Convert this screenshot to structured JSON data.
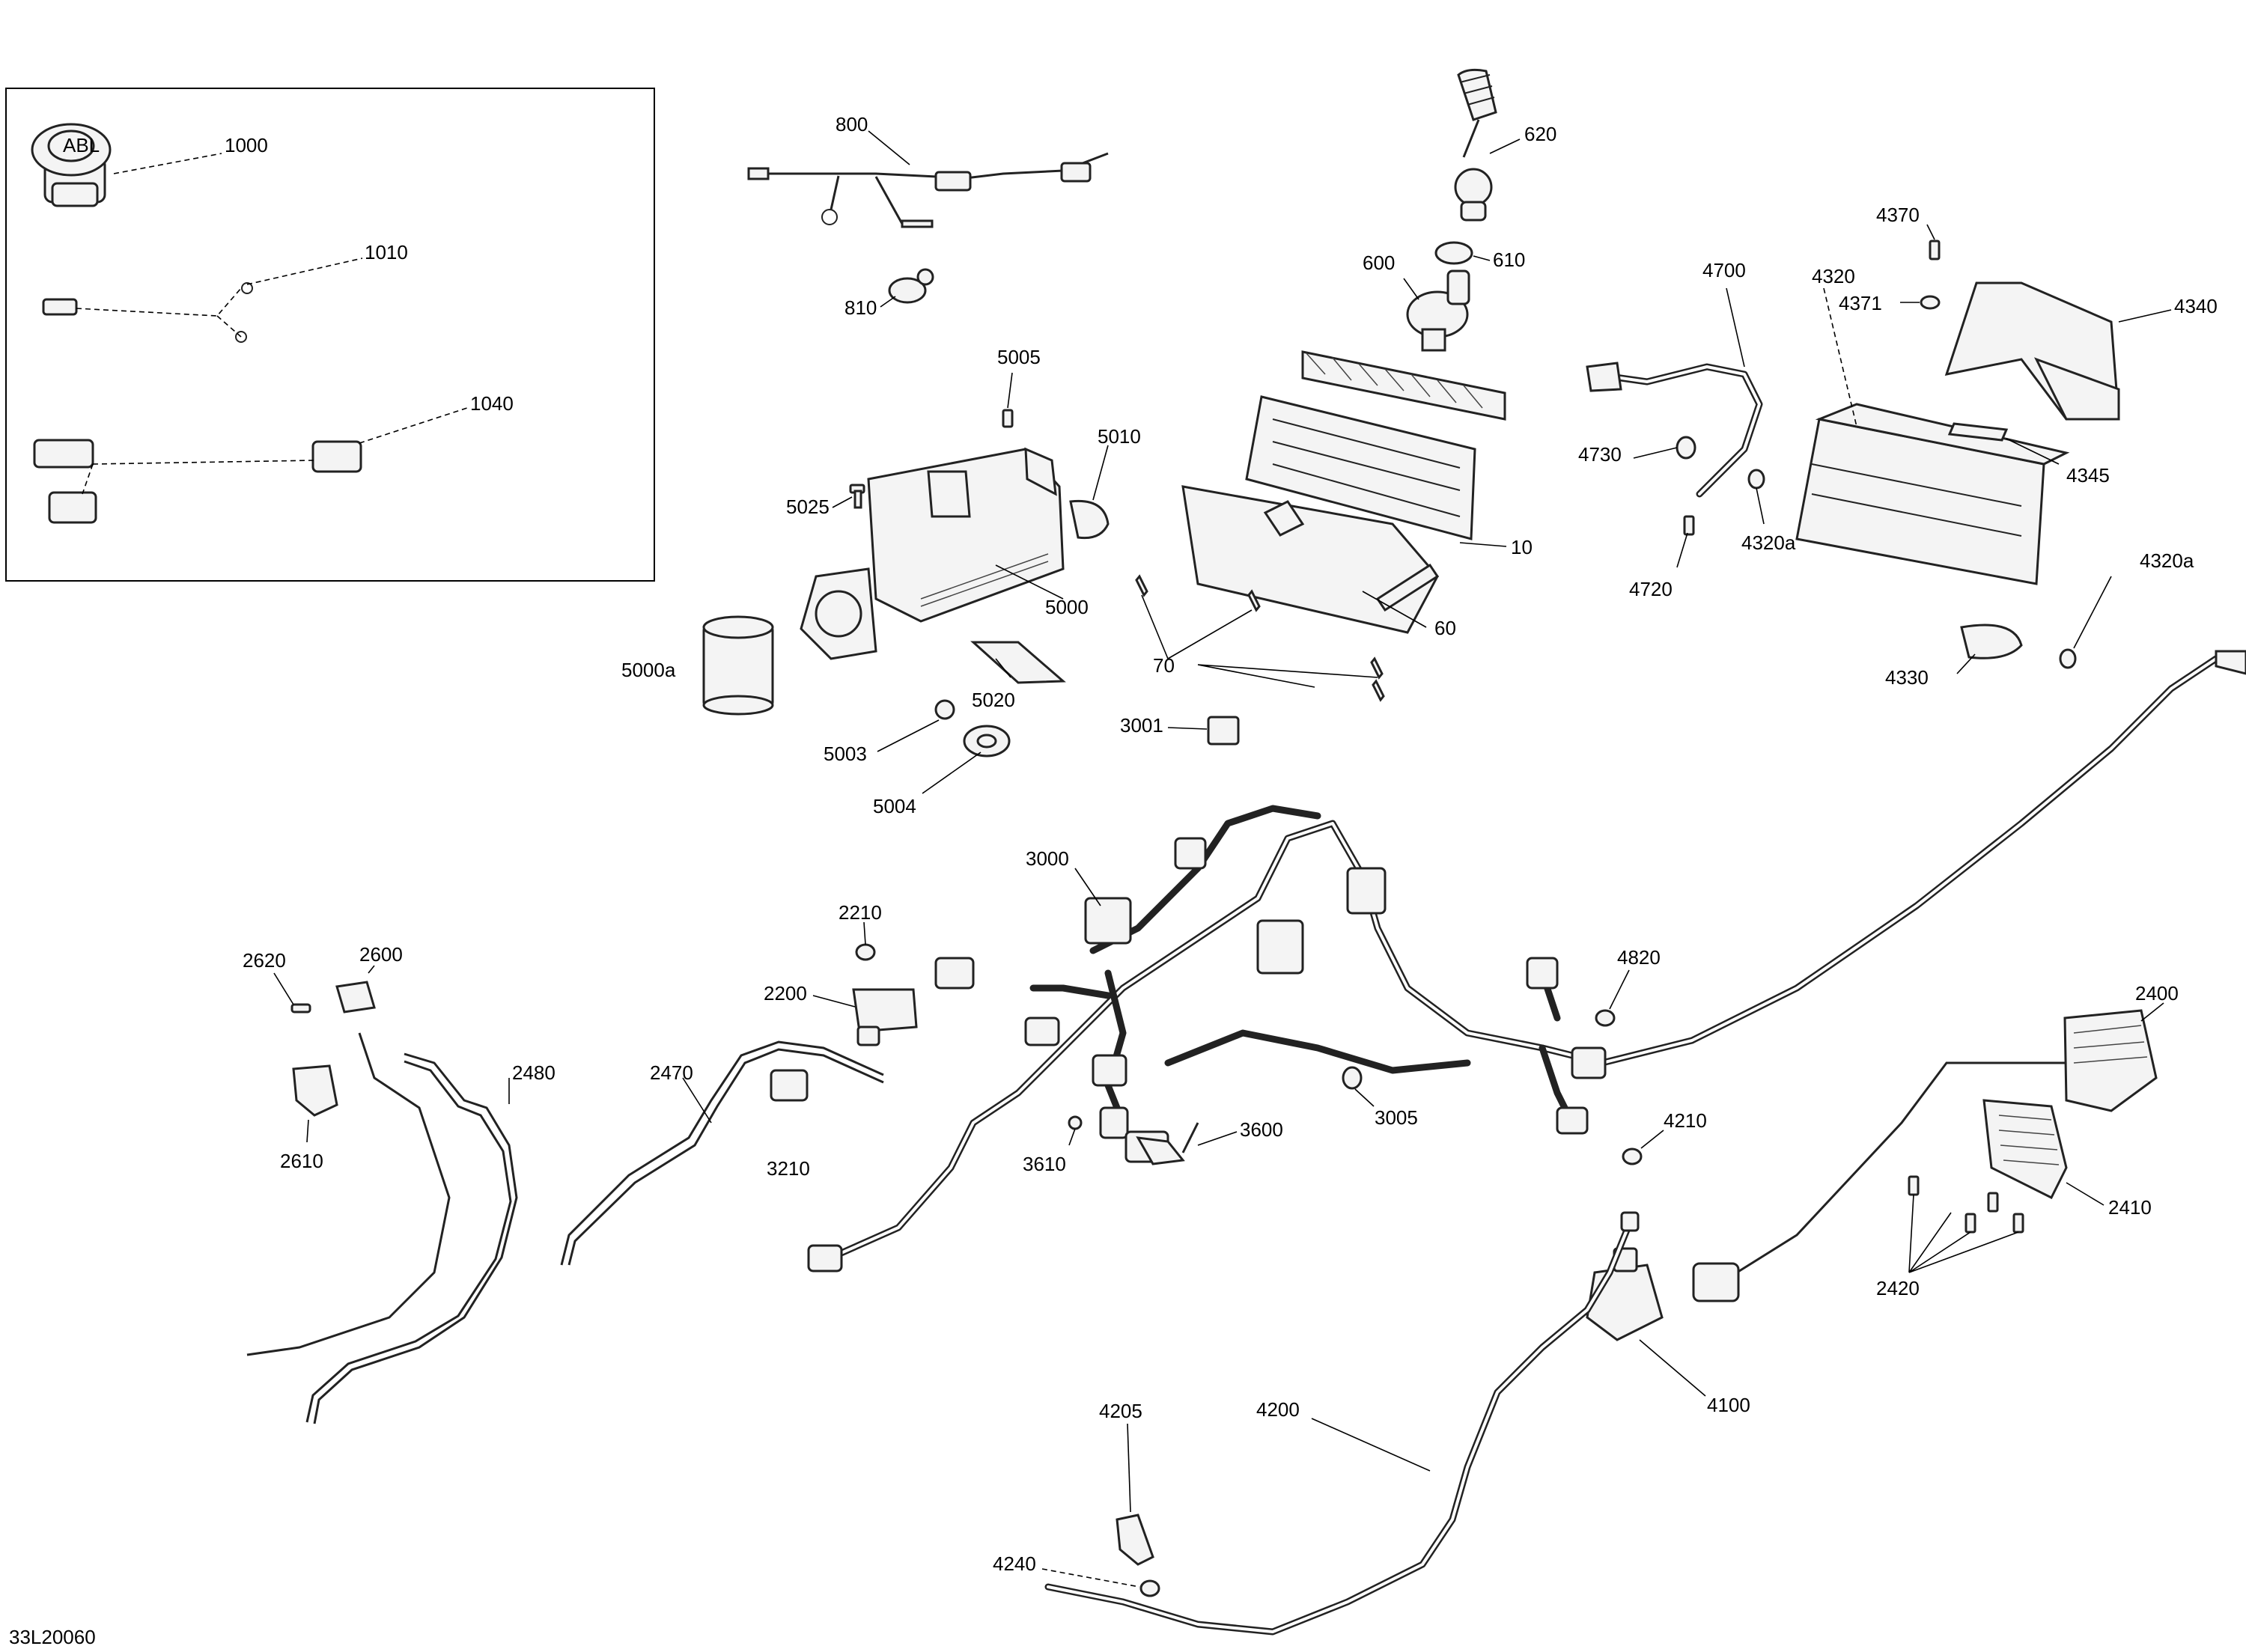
{
  "drawing_id": "33L20060",
  "callouts": {
    "c1000": "1000",
    "c1010": "1010",
    "c1040": "1040",
    "c800": "800",
    "c810": "810",
    "c620": "620",
    "c610": "610",
    "c600": "600",
    "c10": "10",
    "c60": "60",
    "c70": "70",
    "c5005": "5005",
    "c5010": "5010",
    "c5025": "5025",
    "c5000": "5000",
    "c5000a": "5000a",
    "c5020": "5020",
    "c5003": "5003",
    "c5004": "5004",
    "c3001": "3001",
    "c3000": "3000",
    "c3005": "3005",
    "c3600": "3600",
    "c3610": "3610",
    "c3210": "3210",
    "c2210": "2210",
    "c2200": "2200",
    "c2470": "2470",
    "c2480": "2480",
    "c2620": "2620",
    "c2600": "2600",
    "c2610": "2610",
    "c2400": "2400",
    "c2410": "2410",
    "c2420": "2420",
    "c4700": "4700",
    "c4730": "4730",
    "c4720": "4720",
    "c4320": "4320",
    "c4320a_1": "4320a",
    "c4320a_2": "4320a",
    "c4370": "4370",
    "c4371": "4371",
    "c4340": "4340",
    "c4345": "4345",
    "c4330": "4330",
    "c4820": "4820",
    "c4210": "4210",
    "c4100": "4100",
    "c4200": "4200",
    "c4205": "4205",
    "c4240": "4240"
  }
}
